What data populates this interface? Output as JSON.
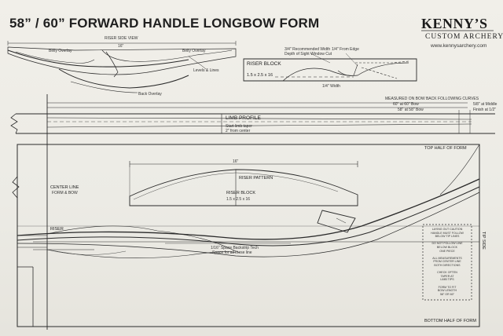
{
  "title": "58” / 60” FORWARD HANDLE LONGBOW FORM",
  "brand": {
    "name": "KENNY’S",
    "subtitle": "CUSTOM ARCHERY",
    "url": "www.kennysarchery.com"
  },
  "riser_side_view": {
    "heading": "RISER SIDE VIEW",
    "length": "16\"",
    "belly_overlay_left": "Belly Overlay",
    "belly_overlay_right": "Belly Overlay",
    "levels_lines": "Levels & Lines",
    "back_overlay": "Back Overlay"
  },
  "riser_block_top": {
    "label": "RISER BLOCK",
    "dims": "1.5 x 2.5 x 16",
    "recommended": "3/4\" Recommended Width Depth of Sight Window Cut",
    "from_edge": "1/4\" From Edge",
    "width": "1/4\" Width"
  },
  "limb_profile": {
    "label": "LIMB PROFILE",
    "measure_note": "MEASURED ON BOW BACK FOLLOWING CURVES",
    "width_60": "60\" at 60\" Bow",
    "width_58": "58\" at 58\" Bow",
    "tip_note_1": "5/8\" at Middle",
    "tip_note_2": "Finish at 1/2\"",
    "start_note_1": "Start limb taper",
    "start_note_2": "2\" from center"
  },
  "form": {
    "top_half": "TOP HALF OF FORM",
    "bottom_half": "BOTTOM HALF OF FORM",
    "center_line": "CENTER LINE",
    "center_line_sub": "FORM & BOW",
    "riser": "RISER",
    "tip_side": "TIP SIDE",
    "spacer_note_1": "1/16\" Space Backstrip Tech",
    "spacer_note_2": "Space for all these line"
  },
  "riser_pattern": {
    "length": "16\"",
    "label": "RISER PATTERN",
    "block": "RISER BLOCK",
    "dims": "1.5 x 2.5 x 16"
  },
  "legend_box": {
    "lines": [
      "LAYING OUT CAUTION",
      "HANDLE MUST FOLLOW",
      "BELOW TIP LINES",
      "",
      "DO NOT FOLLOW LINE",
      "BELOW BLOCK",
      "ONE PIECE",
      "",
      "ALL MEASUREMENTS",
      "FROM CENTER LINE",
      "BOTH DIRECTIONS",
      "",
      "CHECK OFTEN",
      "TAPER AT",
      "LIMB TIPS",
      "",
      "FORM TO FIT",
      "BOW LENGTH",
      "58\" OR 60\""
    ]
  }
}
